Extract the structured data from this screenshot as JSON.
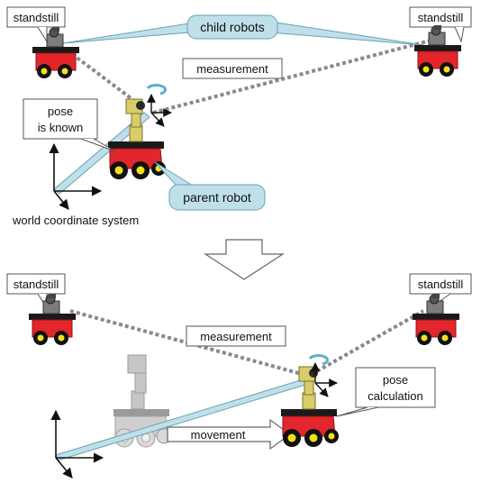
{
  "top": {
    "standstill_left": "standstill",
    "standstill_right": "standstill",
    "child_robots": "child robots",
    "measurement": "measurement",
    "pose_line1": "pose",
    "pose_line2": "is known",
    "parent_robot": "parent robot",
    "world_coordinate_system": "world coordinate system"
  },
  "bottom": {
    "standstill_left": "standstill",
    "standstill_right": "standstill",
    "measurement": "measurement",
    "pose_calc_line1": "pose",
    "pose_calc_line2": "calculation",
    "movement": "movement"
  },
  "colors": {
    "robot_body": "#e3262b",
    "robot_top": "#1a1a1a",
    "wheel": "#111111",
    "hub": "#f2e01e",
    "arm": "#d8cd6a",
    "callout_blue": "#bfe0ea",
    "ghost": "#c4c4c4",
    "measure_line": "#8a8a8a"
  }
}
